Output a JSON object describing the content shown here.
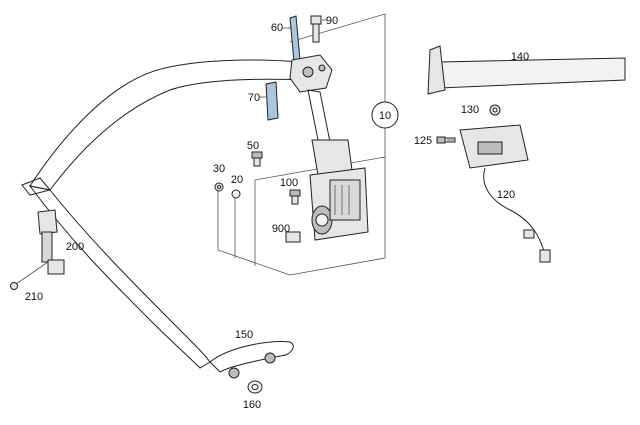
{
  "diagram": {
    "callouts": {
      "c10": "10",
      "c20": "20",
      "c30": "30",
      "c50": "50",
      "c60": "60",
      "c70": "70",
      "c90": "90",
      "c100": "100",
      "c120": "120",
      "c125": "125",
      "c130": "130",
      "c140": "140",
      "c150": "150",
      "c160": "160",
      "c200": "200",
      "c210": "210",
      "c900": "900"
    },
    "colors": {
      "part_fill": "#e6e6e6",
      "part_dark": "#bdbdbd",
      "highlight": "#aac6df",
      "stroke": "#222222"
    }
  }
}
